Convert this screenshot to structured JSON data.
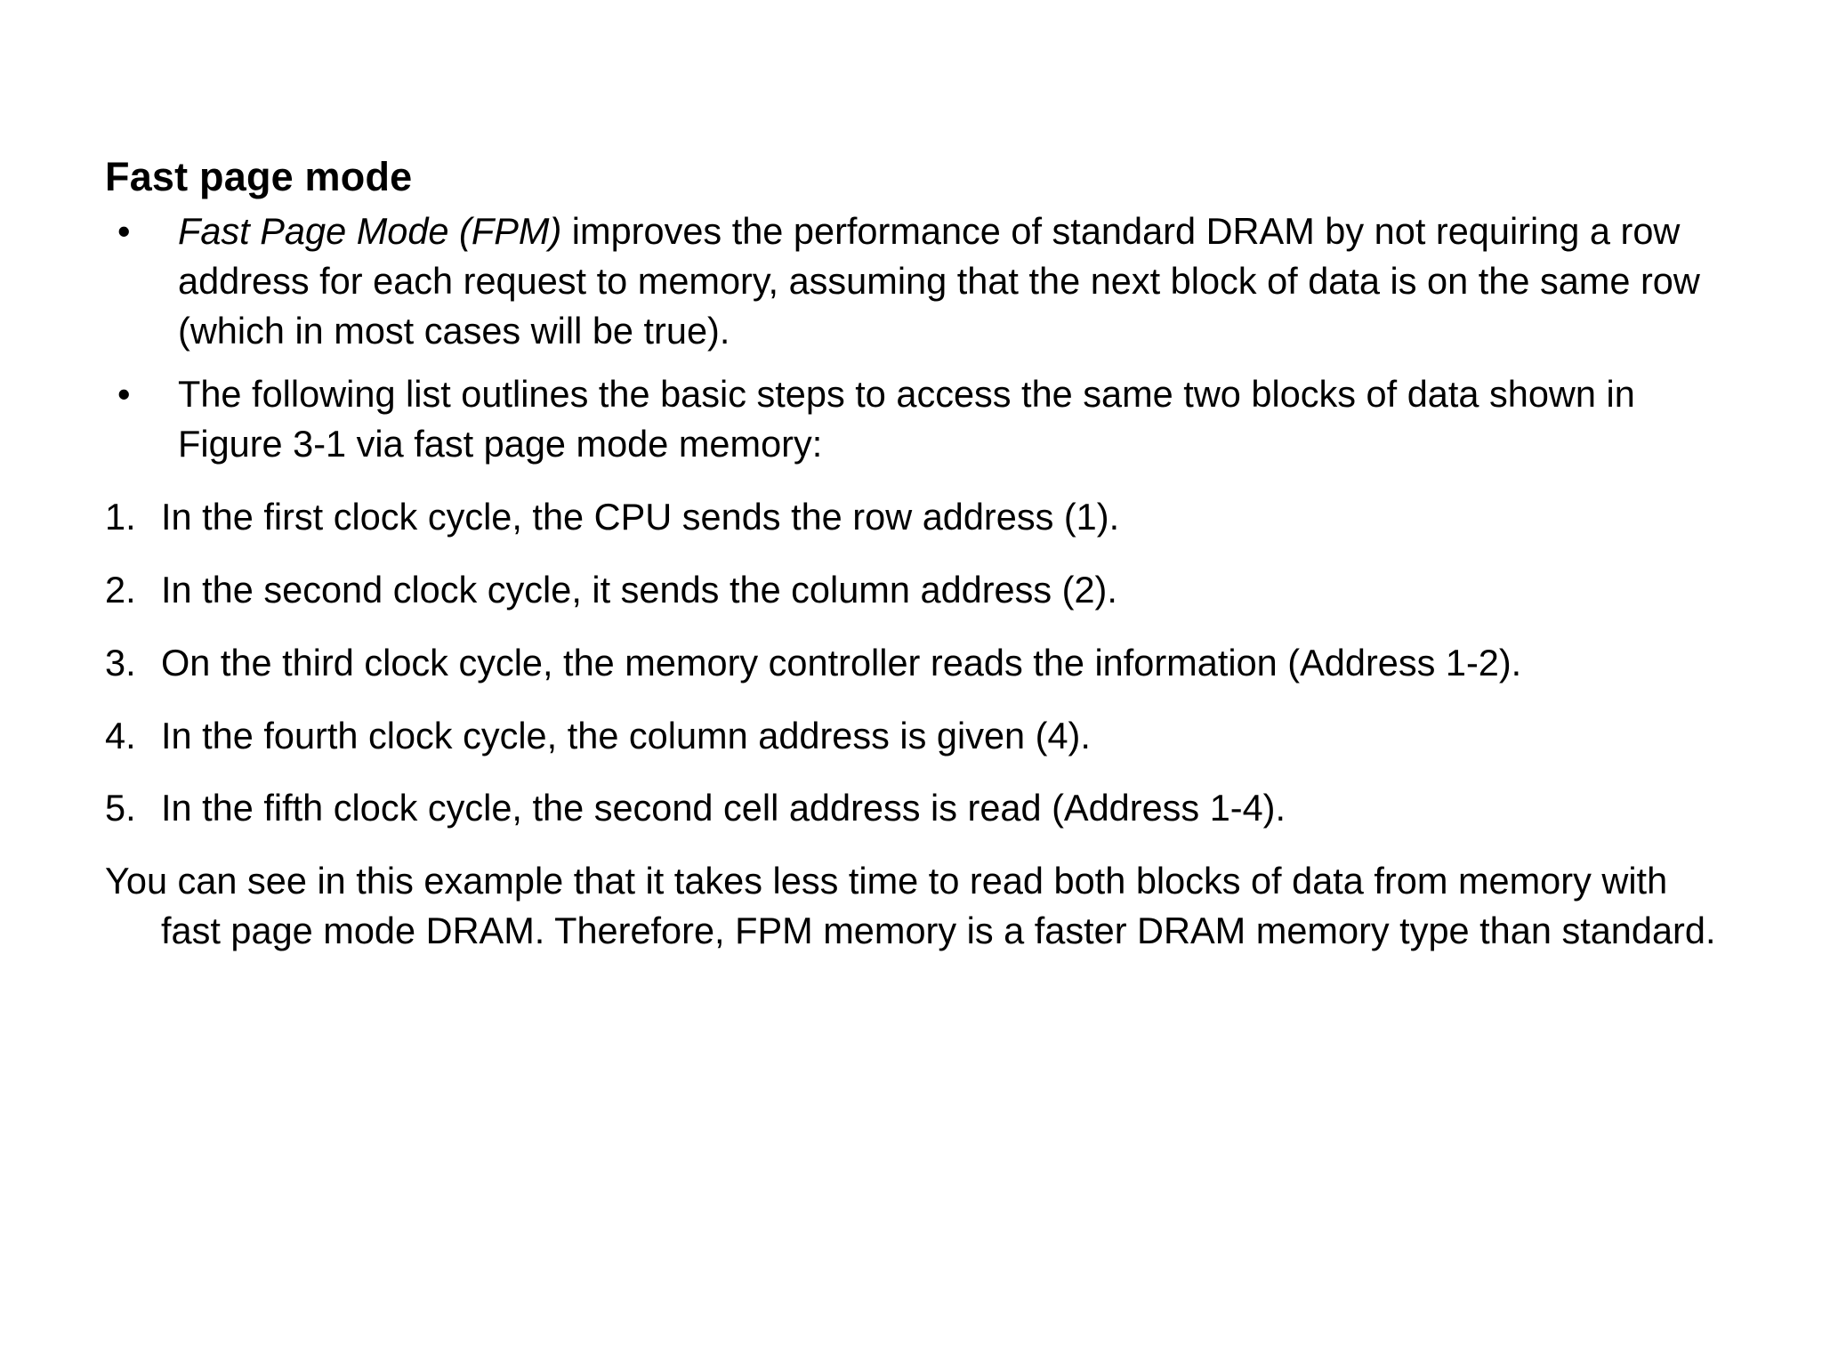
{
  "slide": {
    "title": "Fast page mode",
    "bullets": [
      {
        "marker": "•",
        "lead_italic": "Fast Page Mode (FPM)",
        "text": " improves the performance of standard DRAM by not requiring a row address for each request to memory, assuming that the next block of data is on the same row (which in most cases will be true)."
      },
      {
        "marker": "•",
        "lead_italic": "",
        "text": "The following list outlines the basic steps to access the same two blocks of data shown in Figure 3-1 via fast page mode memory:"
      }
    ],
    "steps": [
      {
        "number": "1.",
        "text": "In the first clock cycle, the CPU sends the row address (1)."
      },
      {
        "number": "2.",
        "text": "In the second clock cycle, it sends the column address (2)."
      },
      {
        "number": "3.",
        "text": "On the third clock cycle, the memory controller reads the information (Address 1-2)."
      },
      {
        "number": "4.",
        "text": "In the fourth clock cycle, the column address is given (4)."
      },
      {
        "number": "5.",
        "text": "In the fifth clock cycle, the second cell address is read (Address 1-4)."
      }
    ],
    "closing": "You can see in this example that it takes less time to read both blocks of data from memory with fast page mode DRAM. Therefore, FPM memory is a faster DRAM memory type than standard.",
    "colors": {
      "background": "#ffffff",
      "text": "#000000"
    }
  }
}
